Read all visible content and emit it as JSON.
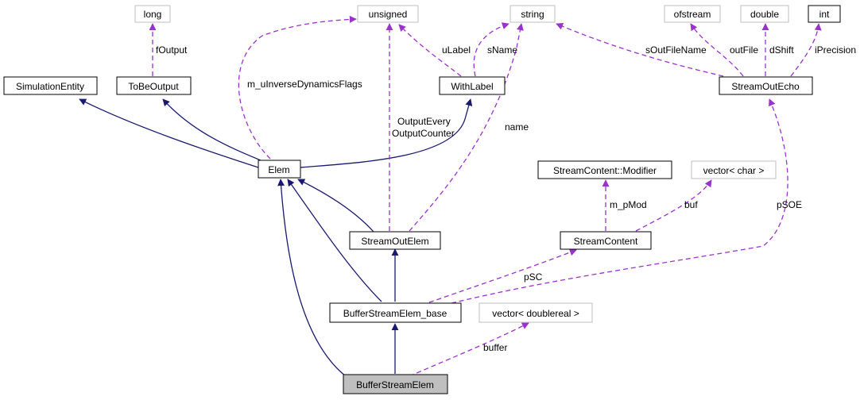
{
  "diagram": {
    "colors": {
      "inheritance_edge": "#191970",
      "usage_edge": "#9a32cd",
      "node_border": "#000000",
      "external_node_border": "#bfbfbf",
      "highlight_fill": "#bfbfbf",
      "background": "#ffffff"
    },
    "nodes": {
      "long": "long",
      "unsigned": "unsigned",
      "string": "string",
      "ofstream": "ofstream",
      "double": "double",
      "int": "int",
      "simulation_entity": "SimulationEntity",
      "to_be_output": "ToBeOutput",
      "with_label": "WithLabel",
      "stream_out_echo": "StreamOutEcho",
      "elem": "Elem",
      "stream_content_modifier": "StreamContent::Modifier",
      "vector_char": "vector< char >",
      "stream_out_elem": "StreamOutElem",
      "stream_content": "StreamContent",
      "buffer_stream_elem_base": "BufferStreamElem_base",
      "vector_doublereal": "vector< doublereal >",
      "buffer_stream_elem": "BufferStreamElem"
    },
    "edge_labels": {
      "f_output": "fOutput",
      "m_u_inverse_dynamics_flags": "m_uInverseDynamicsFlags",
      "output_every": "OutputEvery",
      "output_counter": "OutputCounter",
      "u_label": "uLabel",
      "s_name": "sName",
      "name": "name",
      "s_out_file_name": "sOutFileName",
      "out_file": "outFile",
      "d_shift": "dShift",
      "i_precision": "iPrecision",
      "m_p_mod": "m_pMod",
      "buf": "buf",
      "p_soe": "pSOE",
      "p_sc": "pSC",
      "buffer": "buffer"
    }
  }
}
